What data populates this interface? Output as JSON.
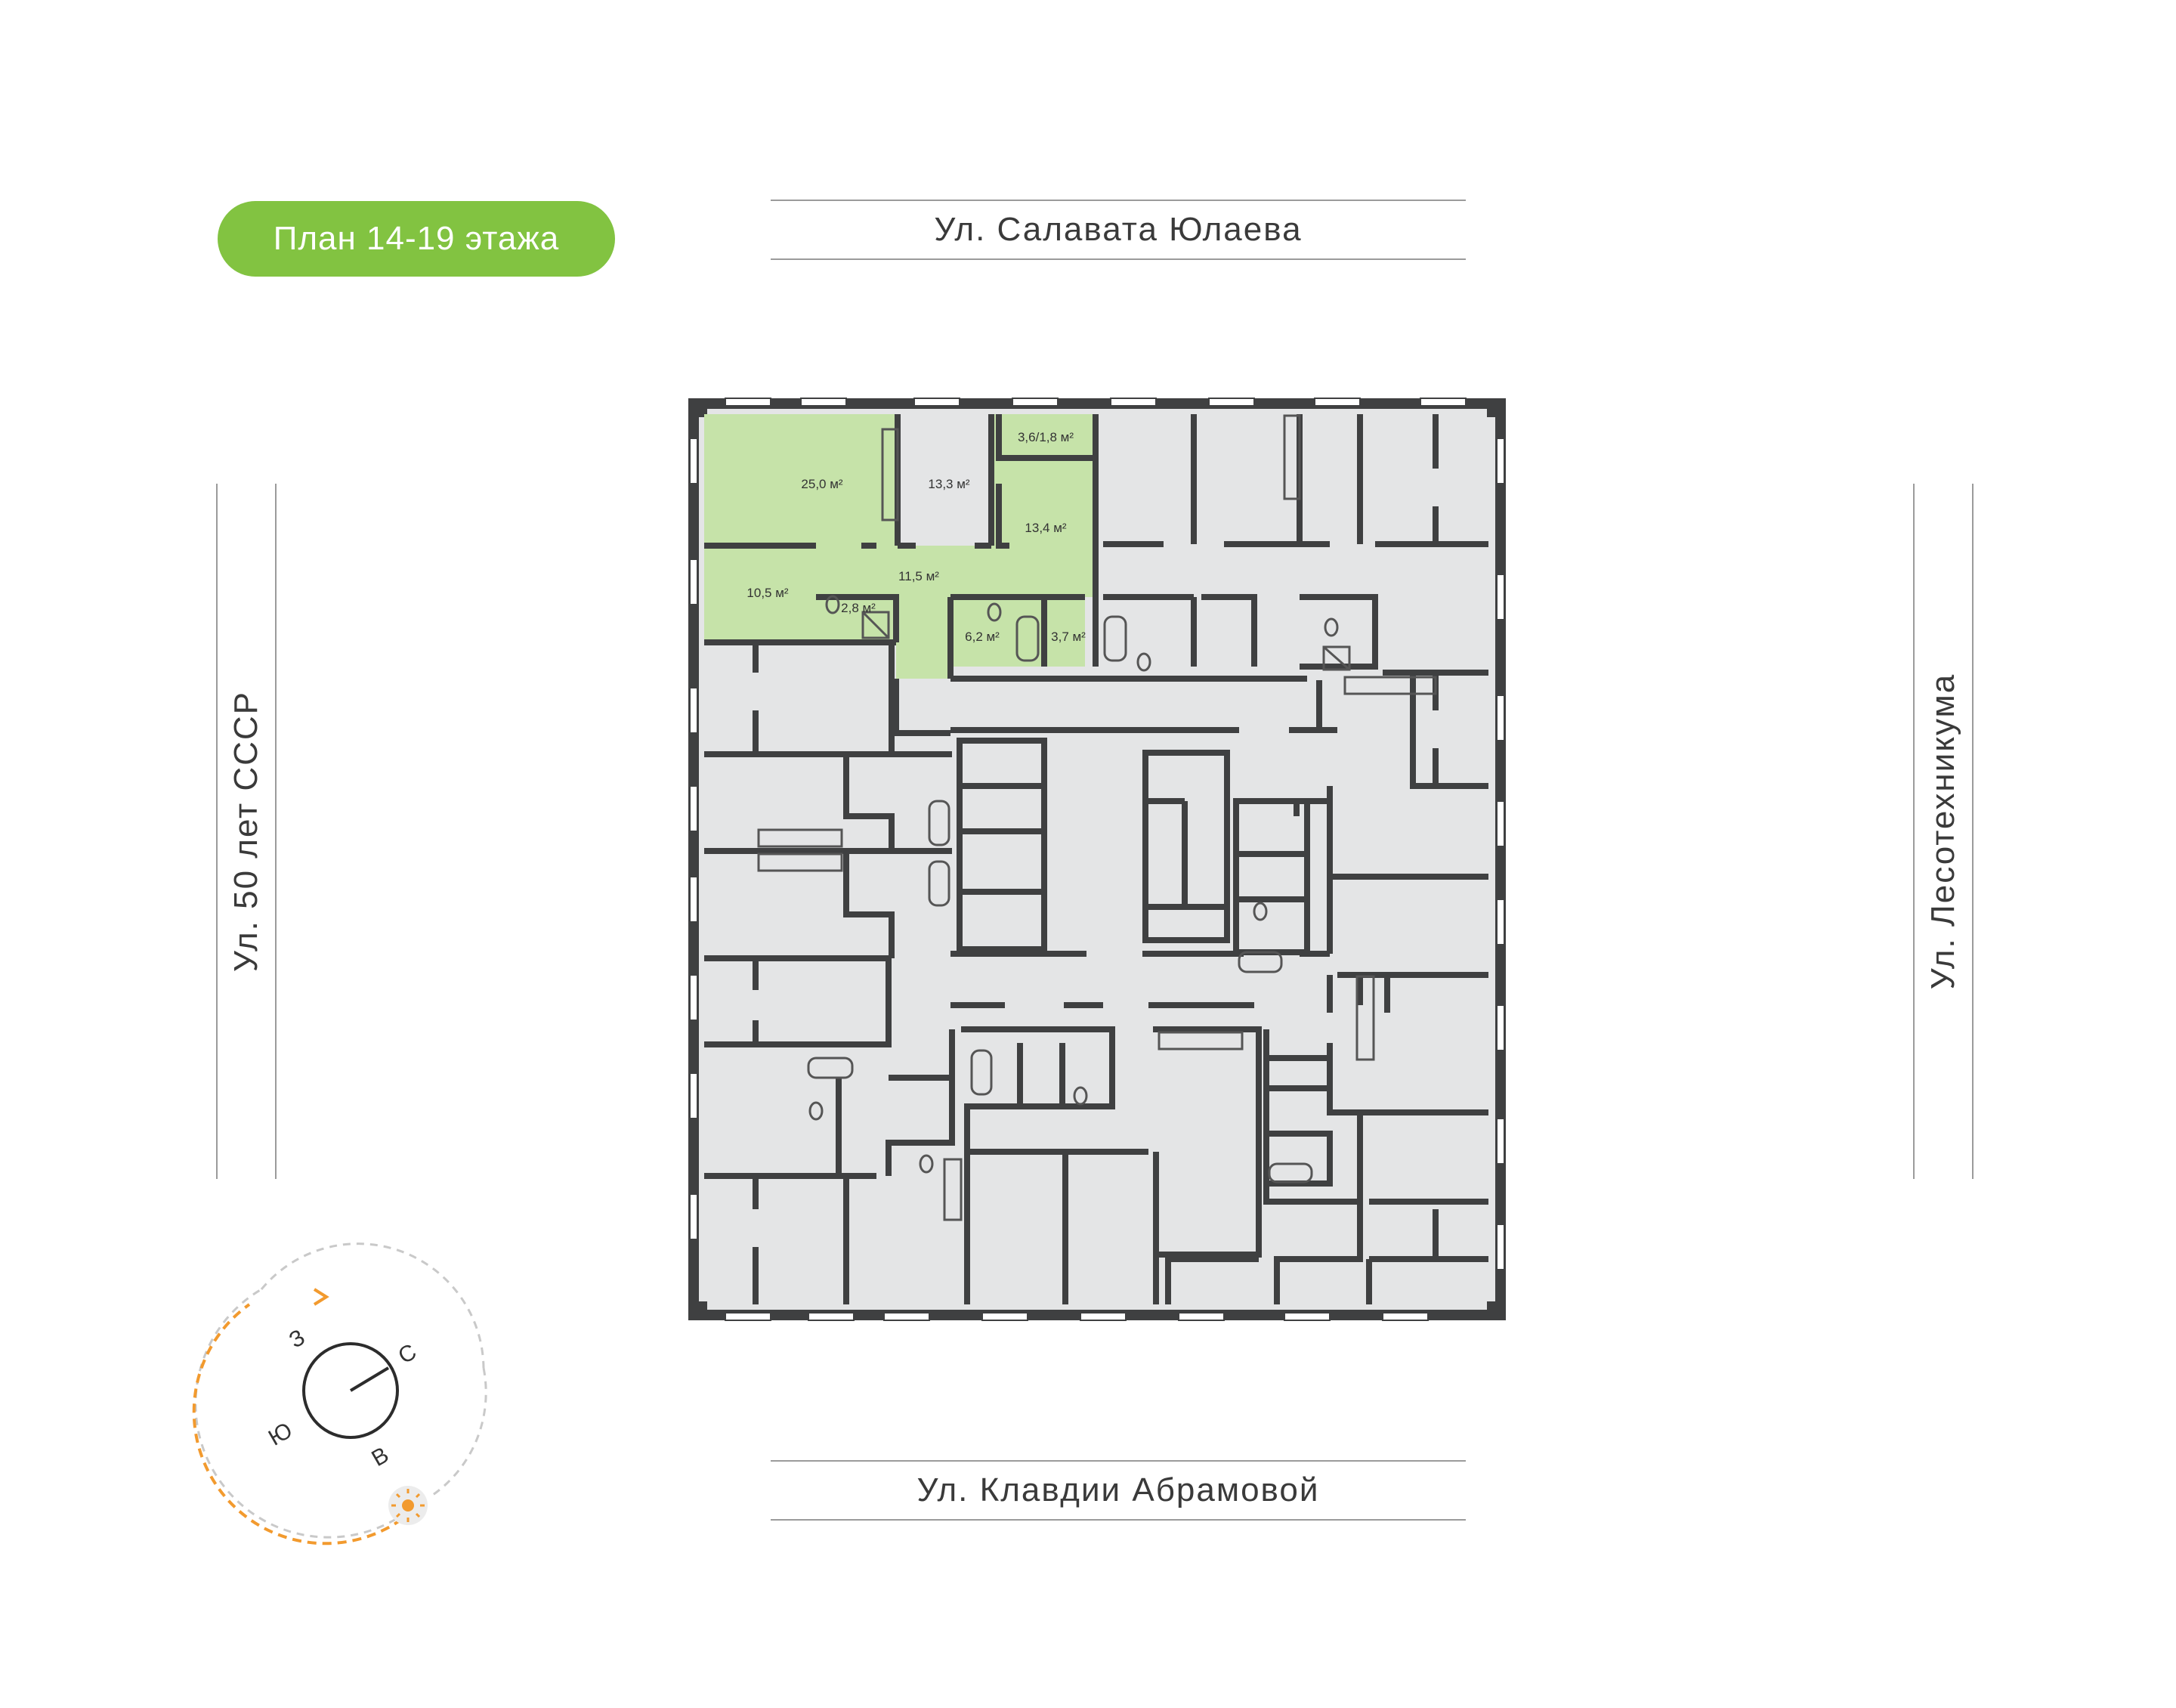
{
  "badge": {
    "label": "План 14-19 этажа",
    "color": "#82c341"
  },
  "streets": {
    "north": "Ул. Салавата Юлаева",
    "south": "Ул. Клавдии Абрамовой",
    "west": "Ул. 50 лет СССР",
    "east": "Ул. Лесотехникума"
  },
  "rooms": [
    {
      "id": "room-25",
      "label": "25,0 м²"
    },
    {
      "id": "room-133",
      "label": "13,3 м²"
    },
    {
      "id": "room-36",
      "label": "3,6/1,8 м²"
    },
    {
      "id": "room-134",
      "label": "13,4 м²"
    },
    {
      "id": "room-115",
      "label": "11,5 м²"
    },
    {
      "id": "room-105",
      "label": "10,5 м²"
    },
    {
      "id": "room-28",
      "label": "2,8 м²"
    },
    {
      "id": "room-62",
      "label": "6,2 м²"
    },
    {
      "id": "room-37",
      "label": "3,7 м²"
    }
  ],
  "compass": {
    "north": "С",
    "east": "В",
    "south": "Ю",
    "west": "З",
    "sun_icon": "sun-icon"
  },
  "colors": {
    "highlight": "#c6e3a9",
    "wall": "#3f4041",
    "room": "#e4e5e6",
    "accent_orange": "#f29a2e"
  }
}
